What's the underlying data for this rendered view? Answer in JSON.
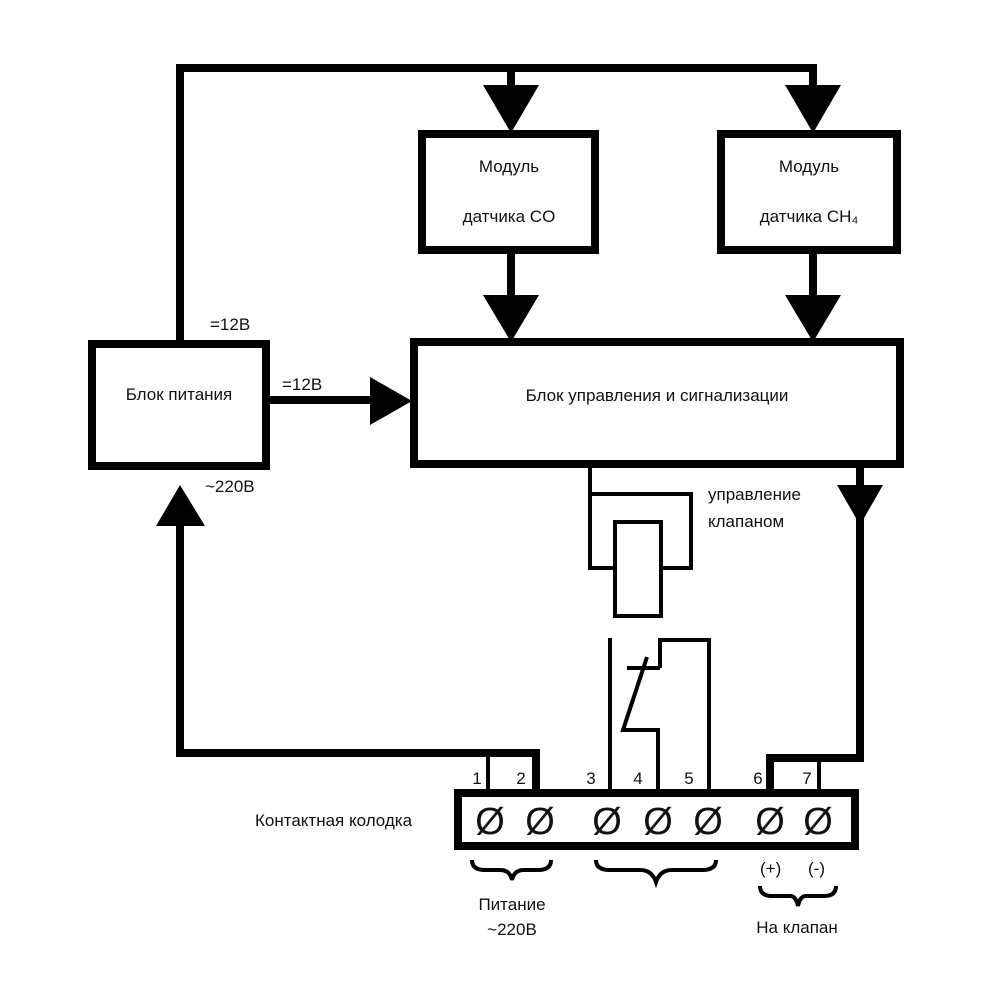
{
  "diagram": {
    "blocks": {
      "power_supply": {
        "label": "Блок питания"
      },
      "control_unit": {
        "label": "Блок управления и сигнализации"
      },
      "co_sensor": {
        "line1": "Модуль",
        "line2": "датчика CO"
      },
      "ch4_sensor": {
        "line1": "Модуль",
        "line2": "датчика CH₄"
      }
    },
    "labels": {
      "dc_top": "=12В",
      "dc_right": "=12В",
      "ac_input": "~220В",
      "valve_control_1": "управление",
      "valve_control_2": "клапаном",
      "terminal_block": "Контактная колодка",
      "power_group_1": "Питание",
      "power_group_2": "~220В",
      "valve_group": "На клапан",
      "plus": "(+)",
      "minus": "(-)"
    },
    "terminals": [
      "1",
      "2",
      "3",
      "4",
      "5",
      "6",
      "7"
    ],
    "terminal_symbol": "Ø"
  }
}
